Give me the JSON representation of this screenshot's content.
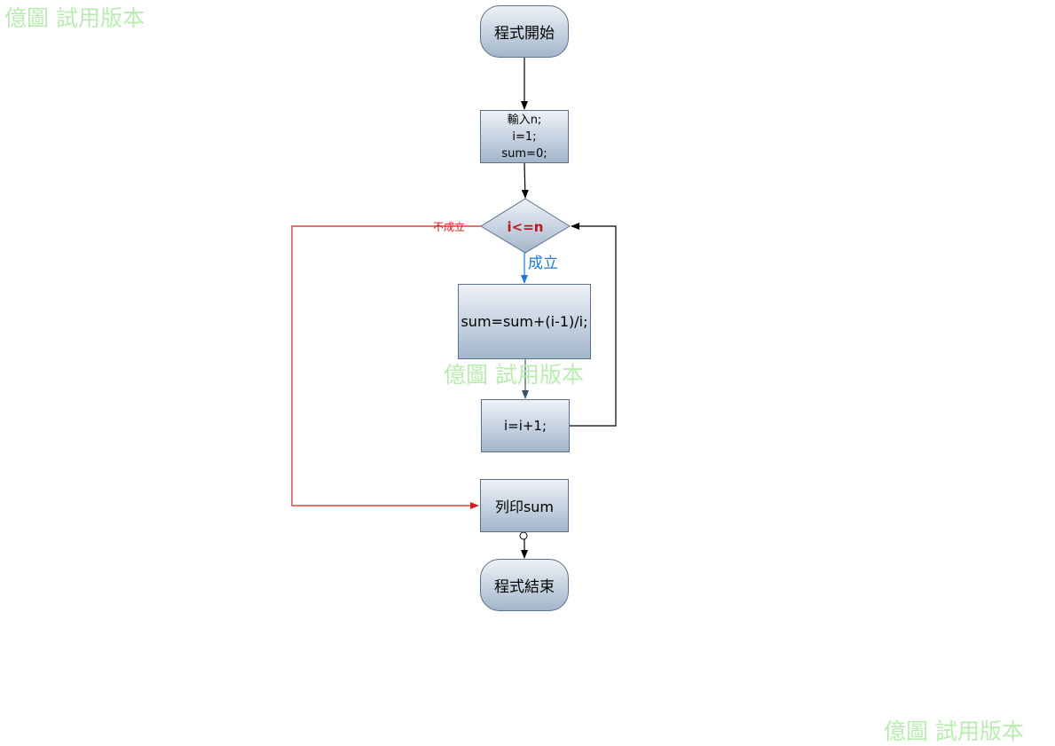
{
  "watermark": "億圖 試用版本",
  "nodes": {
    "start": "程式開始",
    "input_lines": [
      "輸入n;",
      "i=1;",
      "sum=0;"
    ],
    "condition": "i<=n",
    "body": "sum=sum+(i-1)/i;",
    "increment": "i=i+1;",
    "print": "列印sum",
    "end": "程式結束"
  },
  "edges": {
    "true_label": "成立",
    "false_label": "不成立"
  },
  "colors": {
    "true_edge": "#1f78d4",
    "false_edge": "#d21f1f",
    "normal_edge": "#000000",
    "watermark": "#b9ecb0"
  }
}
